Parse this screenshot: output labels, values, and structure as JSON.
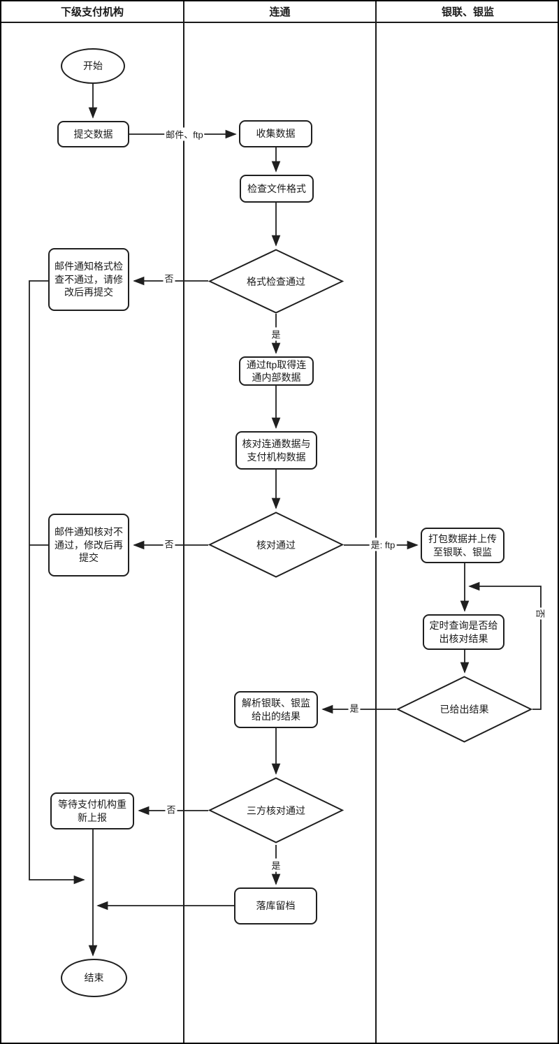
{
  "lanes": [
    {
      "title": "下级支付机构"
    },
    {
      "title": "连通"
    },
    {
      "title": "银联、银监"
    }
  ],
  "nodes": {
    "start": "开始",
    "submit_data": "提交数据",
    "collect_data": "收集数据",
    "check_format": "检查文件格式",
    "format_pass": "格式检查通过",
    "notify_format_fail": "邮件通知格式检查不通过，请修改后再提交",
    "ftp_get": "通过ftp取得连通内部数据",
    "compare": "核对连通数据与支付机构数据",
    "check_pass": "核对通过",
    "notify_check_fail": "邮件通知核对不通过，修改后再提交",
    "package_upload": "打包数据并上传至银联、银监",
    "poll_result": "定时查询是否给出核对结果",
    "result_given": "已给出结果",
    "parse_result": "解析银联、银监给出的结果",
    "threeway_pass": "三方核对通过",
    "wait_resubmit": "等待支付机构重新上报",
    "archive": "落库留档",
    "end": "结束"
  },
  "edge_labels": {
    "mail_ftp": "邮件、ftp",
    "yes": "是",
    "no": "否",
    "yes_ftp": "是: ftp"
  },
  "colors": {
    "line": "#1f1f1f",
    "background": "#ffffff"
  }
}
